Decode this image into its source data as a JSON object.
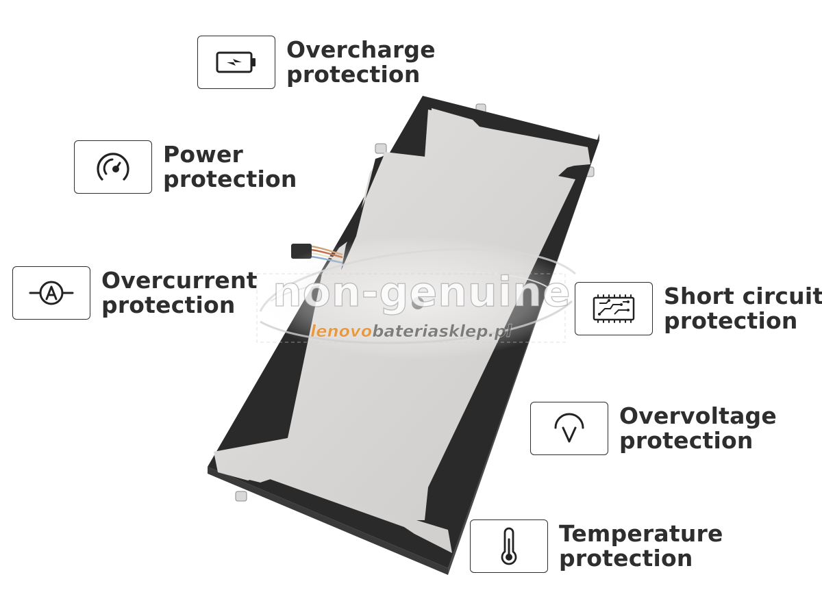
{
  "features": [
    {
      "id": "overcharge",
      "icon": "battery-bolt-icon",
      "line1": "Overcharge",
      "line2": "protection"
    },
    {
      "id": "power",
      "icon": "gauge-icon",
      "line1": "Power",
      "line2": "protection"
    },
    {
      "id": "overcurrent",
      "icon": "ammeter-icon",
      "line1": "Overcurrent",
      "line2": "protection"
    },
    {
      "id": "short-circuit",
      "icon": "circuit-board-icon",
      "line1": "Short circuit",
      "line2": "protection"
    },
    {
      "id": "overvoltage",
      "icon": "voltmeter-icon",
      "line1": "Overvoltage",
      "line2": "protection"
    },
    {
      "id": "temperature",
      "icon": "thermometer-icon",
      "line1": "Temperature",
      "line2": "protection"
    }
  ],
  "watermark": {
    "main": "non-genuine",
    "site_brand": "lenovo",
    "site_rest": "bateriasklep.pl"
  },
  "colors": {
    "text": "#2e2e2e",
    "battery_body": "#d6d4d2",
    "battery_frame": "#2a2a2a",
    "watermark_brand": "#e88c28"
  }
}
